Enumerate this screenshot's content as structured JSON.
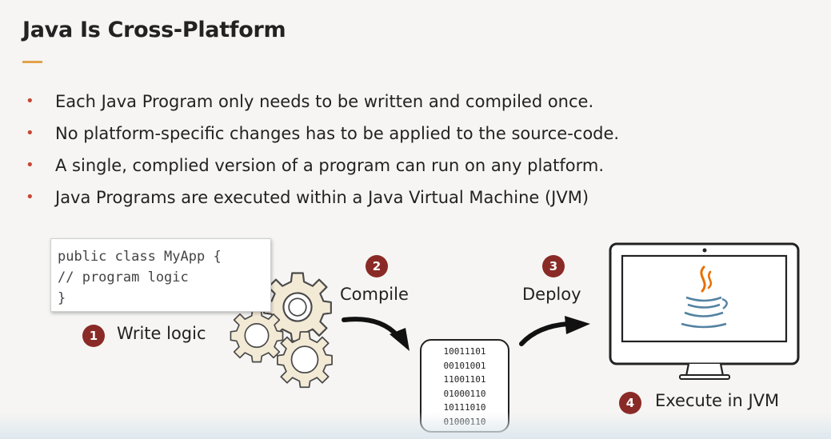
{
  "slide": {
    "title": "Java Is Cross-Platform",
    "accent_color": "#e3a24a",
    "bullet_color": "#c74634",
    "badge_color": "#8a2a26"
  },
  "bullets": [
    "Each Java Program only needs to be written and compiled once.",
    "No platform-specific changes has to be applied to the source-code.",
    "A single, complied version of a program can run on any platform.",
    "Java Programs are executed within a Java Virtual Machine (JVM)"
  ],
  "code": {
    "lines": [
      "public class MyApp {",
      "// program logic",
      "}"
    ]
  },
  "binary": {
    "lines": [
      "10011101",
      "00101001",
      "11001101",
      "01000110",
      "10111010",
      "01000110"
    ]
  },
  "steps": [
    {
      "number": "1",
      "label": "Write logic",
      "icon": "gears-icon"
    },
    {
      "number": "2",
      "label": "Compile",
      "icon": "curved-arrow-icon"
    },
    {
      "number": "3",
      "label": "Deploy",
      "icon": "curved-arrow-icon"
    },
    {
      "number": "4",
      "label": "Execute in JVM",
      "icon": "monitor-java-icon"
    }
  ]
}
